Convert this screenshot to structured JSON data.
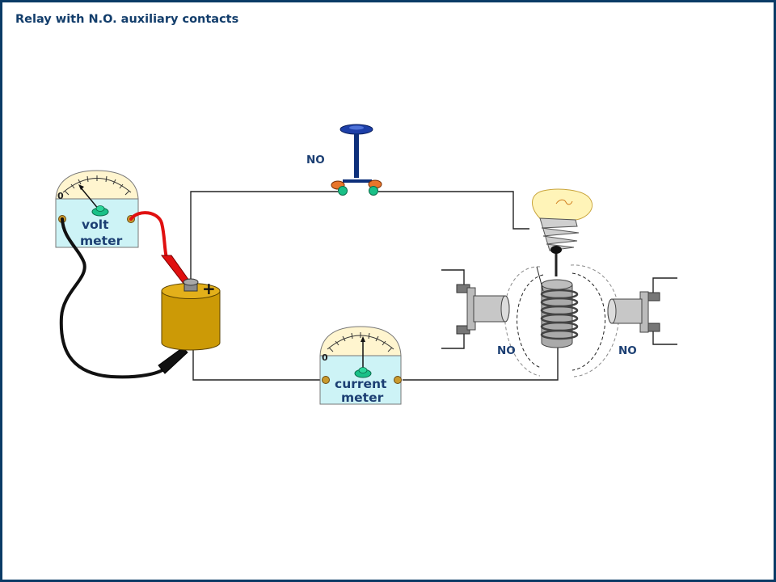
{
  "slide": {
    "title": "Relay with N.O. auxiliary contacts"
  },
  "labels": {
    "switch_state": "NO",
    "contact_left_state": "NO",
    "contact_right_state": "NO",
    "battery_polarity": "+"
  },
  "volt_meter": {
    "zero": "0",
    "line1": "volt",
    "line2": "meter"
  },
  "current_meter": {
    "zero": "0",
    "line1": "current",
    "line2": "meter"
  },
  "colors": {
    "frame": "#0b3b66",
    "title": "#123d6b",
    "label": "#1c3f73",
    "meter_face": "#fff5cf",
    "meter_body": "#cdf3f6",
    "battery": "#cc9a06",
    "positive_lead": "#e01010",
    "negative_lead": "#111111",
    "switch_handle": "#1d3fa8",
    "switch_contact": "#e8752a",
    "terminal_green": "#19c087",
    "lamp_glass": "#fff4b8",
    "coil": "#555555"
  }
}
